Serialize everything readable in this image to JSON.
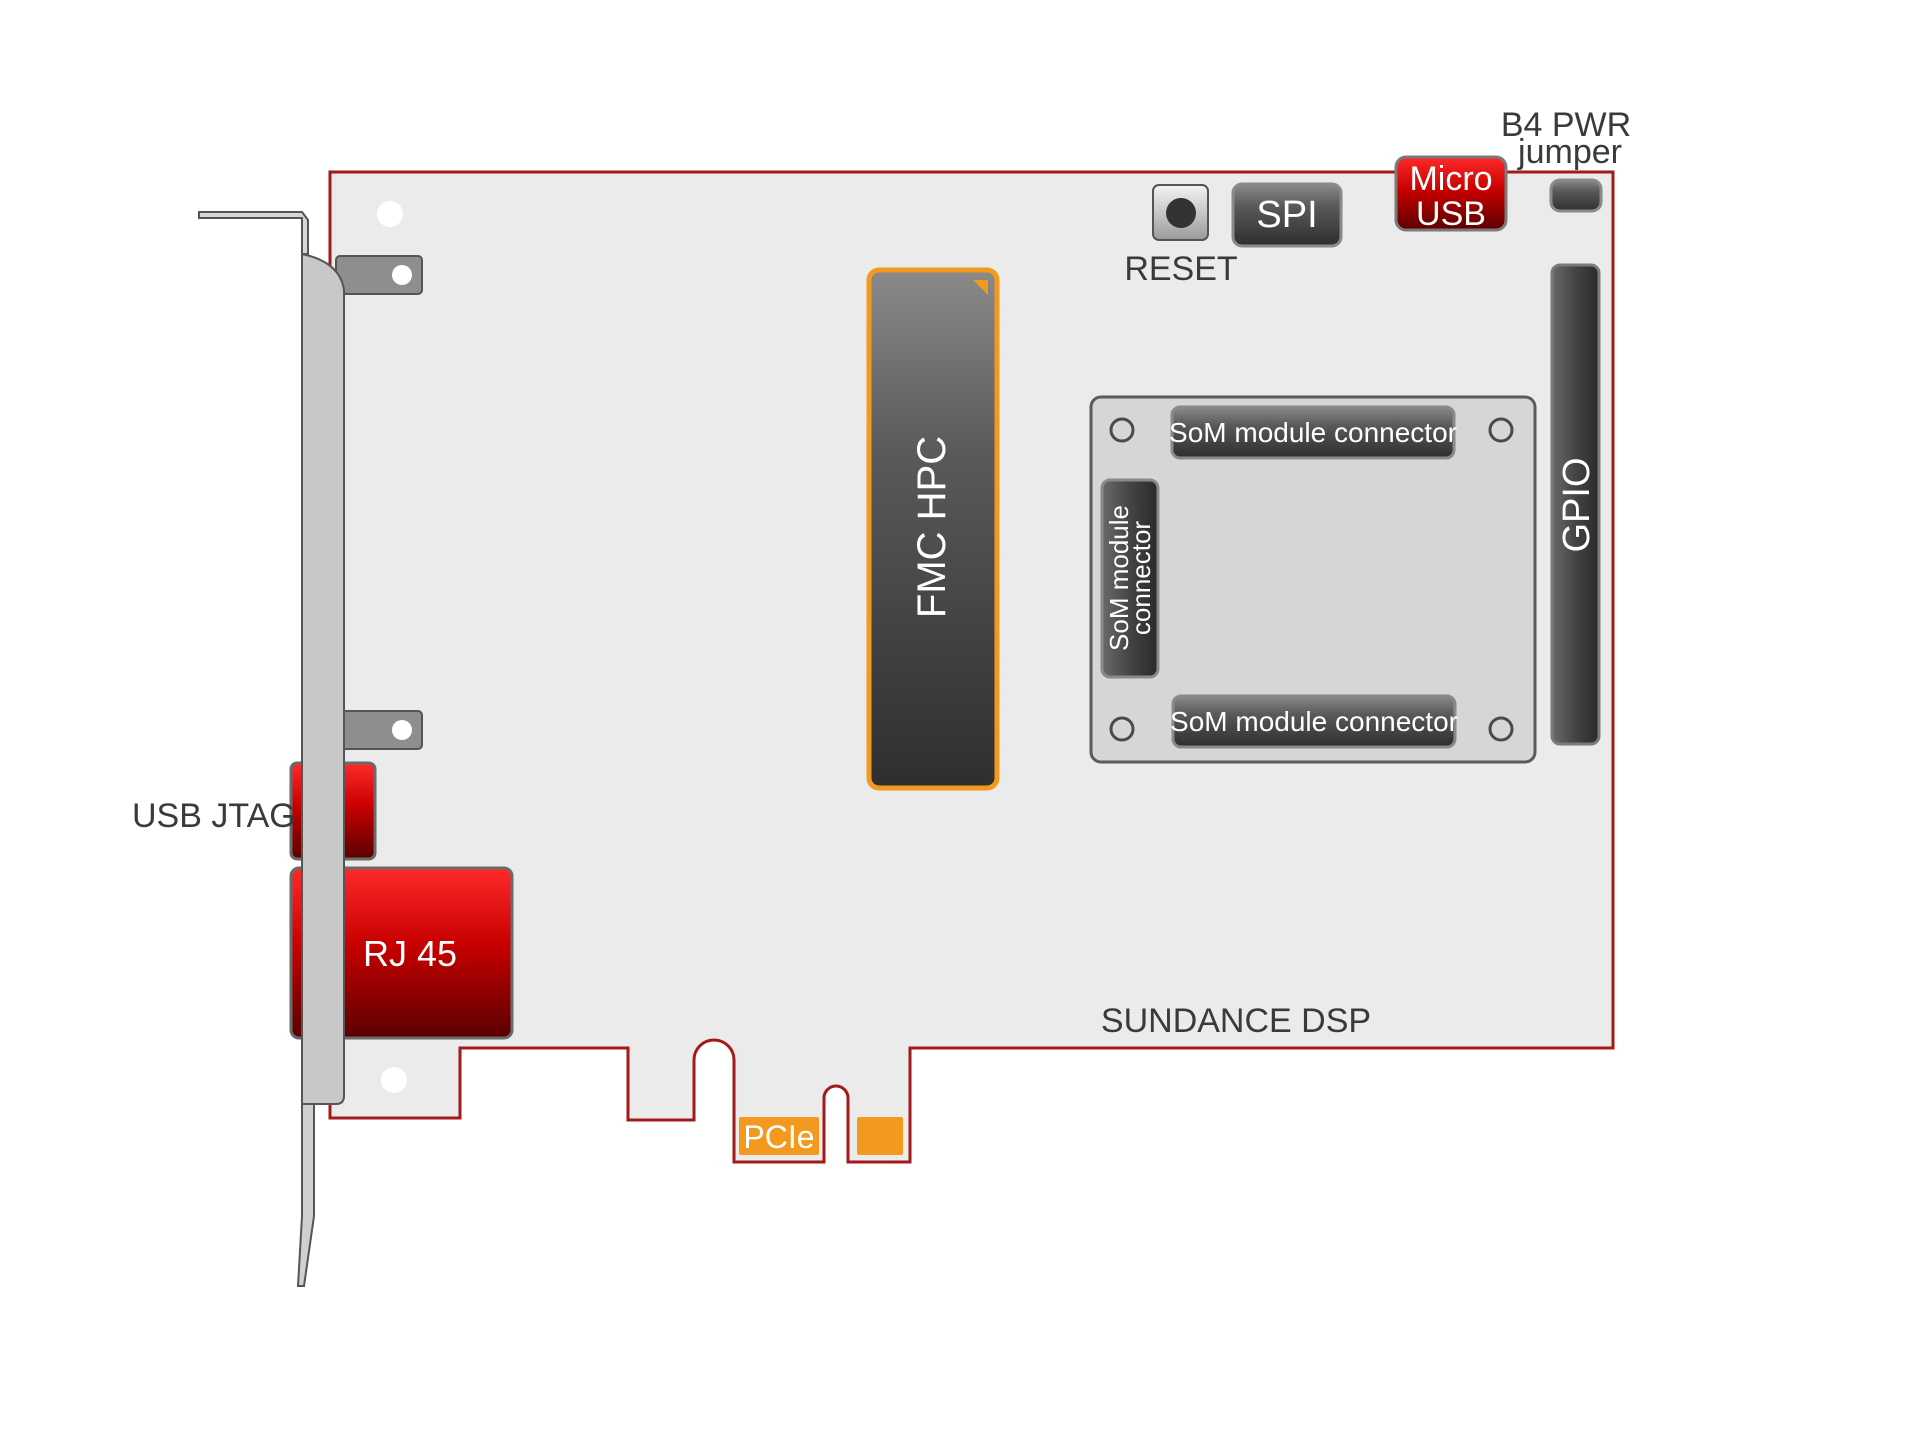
{
  "labels": {
    "reset": "RESET",
    "spi": "SPI",
    "micro_usb_line1": "Micro",
    "micro_usb_line2": "USB",
    "b4_pwr_line1": "B4 PWR",
    "b4_pwr_line2": "jumper",
    "gpio": "GPIO",
    "fmc_hpc": "FMC HPC",
    "som_top": "SoM module connector",
    "som_bottom": "SoM module connector",
    "som_left_line1": "SoM module",
    "som_left_line2": "connector",
    "usb_jtag": "USB JTAG",
    "rj45": "RJ 45",
    "sundance": "SUNDANCE DSP",
    "pcie": "PCIe"
  },
  "colors": {
    "board_fill": "#ebebeb",
    "board_outline": "#a21a1a",
    "accent_orange": "#f39a1e",
    "connector_red": "#cc0000",
    "connector_dark": "#3c3c3c",
    "bracket": "#c8c8c8"
  }
}
